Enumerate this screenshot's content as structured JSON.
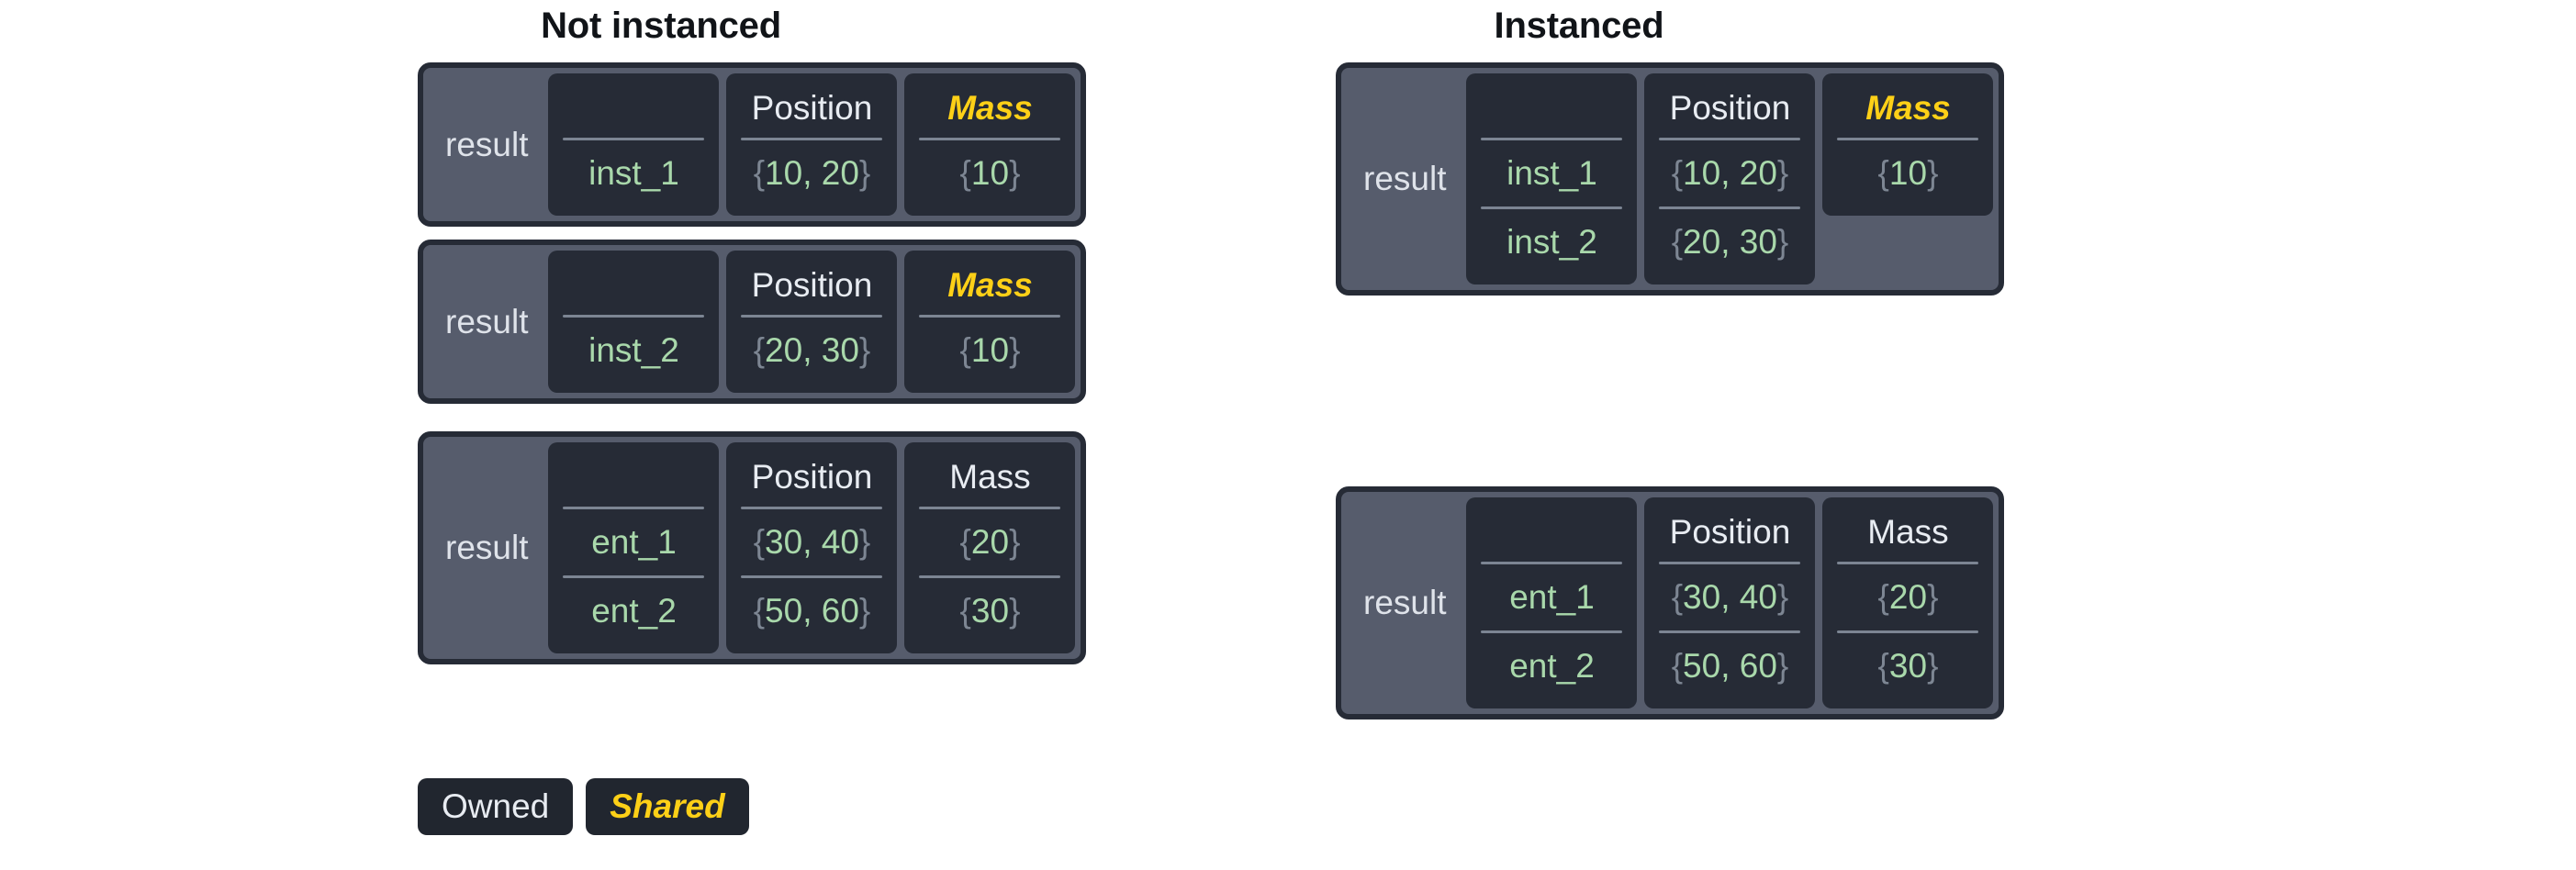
{
  "columns": [
    {
      "title": "Not instanced",
      "tables": [
        {
          "label": "result",
          "headers": [
            "",
            "Position",
            "Mass"
          ],
          "header_shared": [
            false,
            false,
            true
          ],
          "rows": [
            {
              "name": "inst_1",
              "position": "{10, 20}",
              "mass": "{10}"
            }
          ],
          "mass_rows": 1
        },
        {
          "label": "result",
          "headers": [
            "",
            "Position",
            "Mass"
          ],
          "header_shared": [
            false,
            false,
            true
          ],
          "rows": [
            {
              "name": "inst_2",
              "position": "{20, 30}",
              "mass": "{10}"
            }
          ],
          "mass_rows": 1
        },
        {
          "label": "result",
          "headers": [
            "",
            "Position",
            "Mass"
          ],
          "header_shared": [
            false,
            false,
            false
          ],
          "rows": [
            {
              "name": "ent_1",
              "position": "{30, 40}",
              "mass": "{20}"
            },
            {
              "name": "ent_2",
              "position": "{50, 60}",
              "mass": "{30}"
            }
          ],
          "mass_rows": 2
        }
      ]
    },
    {
      "title": "Instanced",
      "tables": [
        {
          "label": "result",
          "headers": [
            "",
            "Position",
            "Mass"
          ],
          "header_shared": [
            false,
            false,
            true
          ],
          "rows": [
            {
              "name": "inst_1",
              "position": "{10, 20}",
              "mass": "{10}"
            },
            {
              "name": "inst_2",
              "position": "{20, 30}",
              "mass": ""
            }
          ],
          "mass_rows": 1
        },
        {
          "label": "result",
          "headers": [
            "",
            "Position",
            "Mass"
          ],
          "header_shared": [
            false,
            false,
            false
          ],
          "rows": [
            {
              "name": "ent_1",
              "position": "{30, 40}",
              "mass": "{20}"
            },
            {
              "name": "ent_2",
              "position": "{50, 60}",
              "mass": "{30}"
            }
          ],
          "mass_rows": 2
        }
      ]
    }
  ],
  "legend": [
    {
      "label": "Owned",
      "style": "owned"
    },
    {
      "label": "Shared",
      "style": "shared"
    }
  ],
  "colors": {
    "panel_bg": "#565c6c",
    "panel_border": "#262b36",
    "column_bg": "#262b36",
    "value_green": "#a9d8ab",
    "brace_gray": "#7d8693",
    "shared_yellow": "#fdd017",
    "header_text": "#e8ecf2",
    "rule": "#7c8593",
    "page_bg": "#ffffff",
    "title_text": "#111418"
  }
}
